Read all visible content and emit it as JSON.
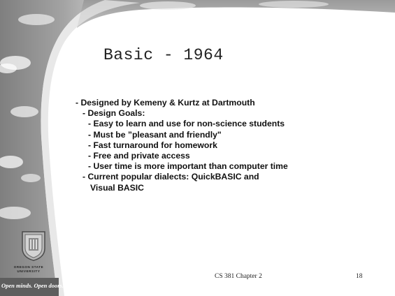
{
  "slide": {
    "title": "Basic - 1964",
    "bullets": [
      {
        "level": 0,
        "text": "- Designed by Kemeny & Kurtz at Dartmouth"
      },
      {
        "level": 1,
        "text": "- Design Goals:"
      },
      {
        "level": 2,
        "text": "- Easy to learn and use for non-science students"
      },
      {
        "level": 2,
        "text": "- Must be ”pleasant and friendly\""
      },
      {
        "level": 2,
        "text": "- Fast turnaround for homework"
      },
      {
        "level": 2,
        "text": "- Free and private access"
      },
      {
        "level": 2,
        "text": "- User time is more important than computer time"
      },
      {
        "level": 1,
        "text": "- Current popular dialects: QuickBASIC and"
      },
      {
        "level": 3,
        "text": "Visual BASIC"
      }
    ],
    "footer_center": "CS 381  Chapter 2",
    "page_number": "18"
  },
  "logo": {
    "name_line1": "OREGON STATE",
    "name_line2": "UNIVERSITY",
    "tagline": "Open minds. Open doors."
  },
  "colors": {
    "sky_dark": "#8c8c8c",
    "sky_light": "#d9d9d9",
    "cloud": "#f2f2f2"
  }
}
